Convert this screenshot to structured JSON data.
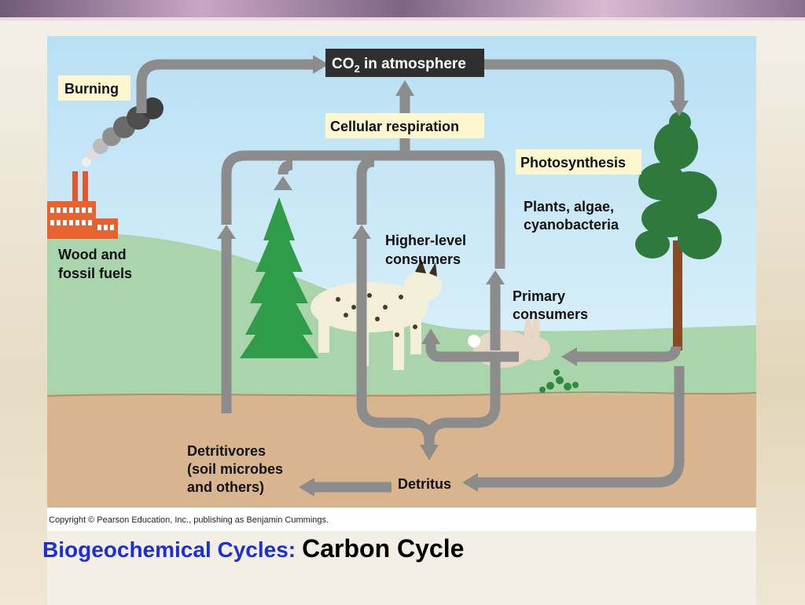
{
  "labels": {
    "co2_prefix": "CO",
    "co2_sub": "2",
    "co2_suffix": " in atmosphere",
    "burning": "Burning",
    "cellular_respiration": "Cellular respiration",
    "photosynthesis": "Photosynthesis",
    "plants_line1": "Plants, algae,",
    "plants_line2": "cyanobacteria",
    "higher_line1": "Higher-level",
    "higher_line2": "consumers",
    "primary_line1": "Primary",
    "primary_line2": "consumers",
    "wood_line1": "Wood and",
    "wood_line2": "fossil fuels",
    "detritivores_line1": "Detritivores",
    "detritivores_line2": "(soil microbes",
    "detritivores_line3": "and others)",
    "detritus": "Detritus"
  },
  "copyright": "Copyright © Pearson Education, Inc., publishing as Benjamin Cummings.",
  "title": {
    "prefix": "Biogeochemical Cycles:",
    "main": "Carbon Cycle"
  },
  "colors": {
    "sky": "#c6e6f6",
    "hill": "#a9d4ac",
    "soil": "#d9b58f",
    "arrow": "#8c8c8c",
    "label_box": "#fdf7cf",
    "co2_box": "#2f2f2f",
    "title_blue": "#1a2fd6"
  }
}
